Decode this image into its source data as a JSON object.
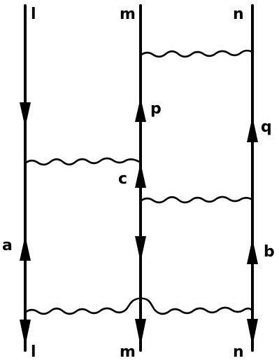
{
  "labels": {
    "top_l": "l",
    "top_m": "m",
    "top_n": "n",
    "bottom_l": "l",
    "bottom_m": "m",
    "bottom_n": "n",
    "p": "p",
    "q": "q",
    "c": "c",
    "a": "a",
    "b": "b"
  },
  "colors": {
    "ink": "#000000",
    "background": "#ffffff"
  }
}
